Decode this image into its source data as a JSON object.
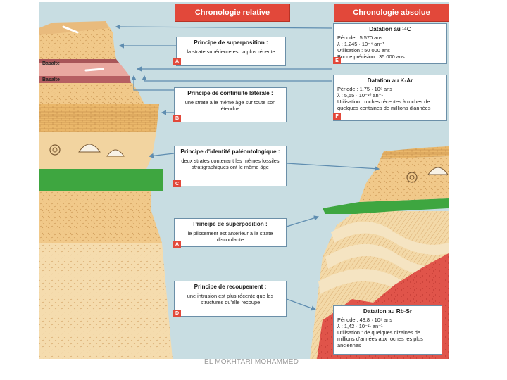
{
  "headers": {
    "relative": "Chronologie relative",
    "absolue": "Chronologie absolue"
  },
  "basalt_labels": [
    "Basalte",
    "Basalte"
  ],
  "principles": [
    {
      "title": "Principe de superposition :",
      "text": "la strate supérieure est la plus récente",
      "letter": "A"
    },
    {
      "title": "Principe de continuité latérale :",
      "text": "une strate a le même âge sur toute son étendue",
      "letter": "B"
    },
    {
      "title": "Principe d'identité paléontologique :",
      "text": "deux strates contenant les mêmes fossiles stratigraphiques ont le même âge",
      "letter": "C"
    },
    {
      "title": "Principe de superposition :",
      "text": "le plissement est antérieur à la strate discordante",
      "letter": "A"
    },
    {
      "title": "Principe de recoupement :",
      "text": "une intrusion est plus récente que les structures qu'elle recoupe",
      "letter": "D"
    }
  ],
  "datings": [
    {
      "title": "Datation au ¹⁴C",
      "lines": [
        "Période : 5 570 ans",
        "λ : 1,245 · 10⁻⁴ an⁻¹",
        "Utilisation : 50 000 ans",
        "Bonne précision : 35 000 ans"
      ],
      "letter": "E"
    },
    {
      "title": "Datation au K-Ar",
      "lines": [
        "Période : 1,75 · 10⁹ ans",
        "λ : 5,55 · 10⁻¹⁰ an⁻¹",
        "Utilisation : roches récentes à roches de quelques centaines de millions d'années"
      ],
      "letter": "F"
    },
    {
      "title": "Datation au Rb-Sr",
      "lines": [
        "Période : 48,8 · 10⁹ ans",
        "λ : 1,42 · 10⁻¹¹ an⁻¹",
        "Utilisation : de quelques dizaines de millions d'années aux roches les plus anciennes"
      ]
    }
  ],
  "credit": "EL MOKHTARI MOHAMMED",
  "colors": {
    "sky": "#c8dde2",
    "header": "#e2483a",
    "sandstone": "#f1c98a",
    "pink_layer": "#e9a8a0",
    "green_layer": "#3ea640",
    "granite": "#e0544a",
    "arrow": "#5f8db0"
  }
}
